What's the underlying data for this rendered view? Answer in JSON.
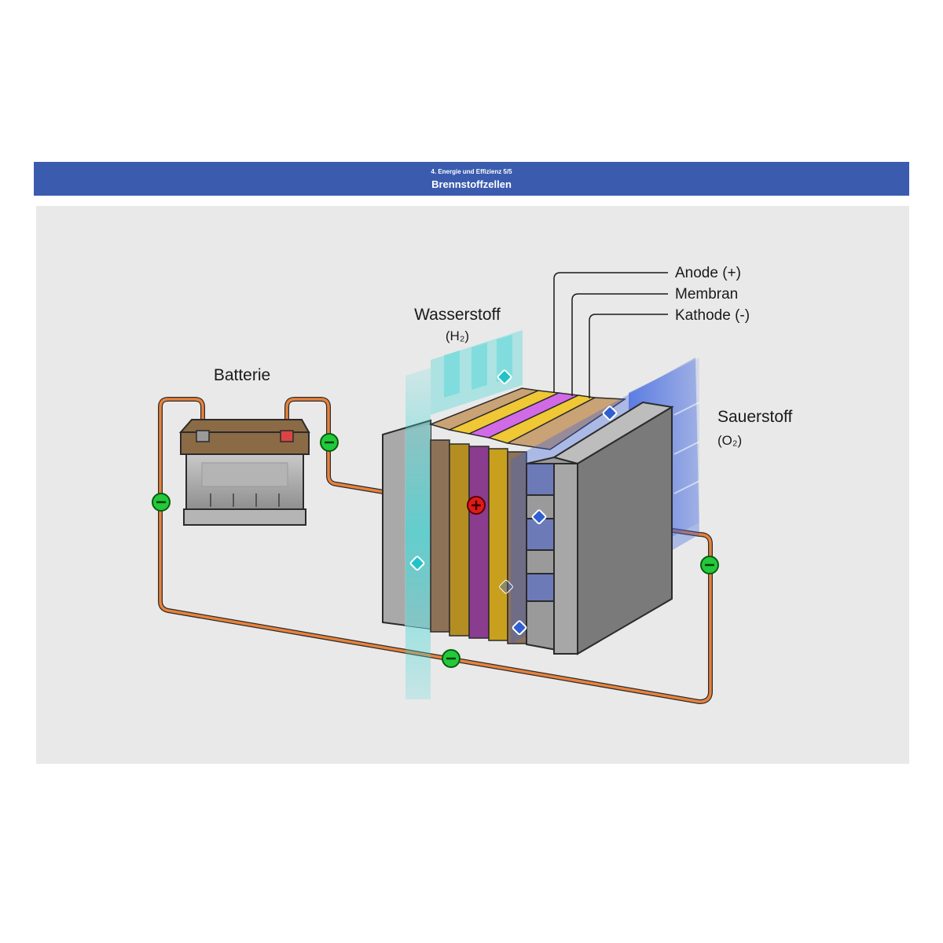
{
  "header": {
    "subtitle": "4. Energie und Effizienz 5/5",
    "title": "Brennstoffzellen"
  },
  "diagram": {
    "battery_label": "Batterie",
    "hydrogen_label": "Wasserstoff",
    "hydrogen_formula": "(H₂)",
    "oxygen_label": "Sauerstoff",
    "oxygen_formula": "(O₂)",
    "layers": {
      "anode": "Anode (+)",
      "membrane": "Membran",
      "cathode": "Kathode (-)"
    }
  },
  "colors": {
    "header": "#3a5bae",
    "wire": "#e8823c",
    "electron": "#22c93a",
    "proton": "#e01919",
    "hydrogen": "#3fd6d6",
    "oxygen": "#2f5fd0",
    "membrane": "#c25ad6",
    "catalyst": "#d4a21a"
  }
}
